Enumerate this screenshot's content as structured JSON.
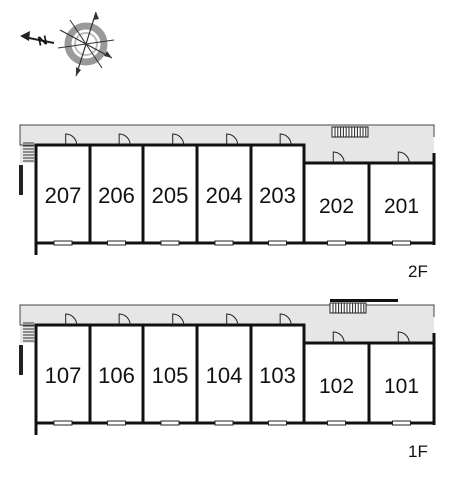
{
  "compass": {
    "north_letter": "N",
    "icon": "compass-rose-icon"
  },
  "floors": [
    {
      "label": "2F",
      "units": [
        {
          "number": "207"
        },
        {
          "number": "206"
        },
        {
          "number": "205"
        },
        {
          "number": "204"
        },
        {
          "number": "203"
        },
        {
          "number": "202"
        },
        {
          "number": "201"
        }
      ]
    },
    {
      "label": "1F",
      "units": [
        {
          "number": "107"
        },
        {
          "number": "106"
        },
        {
          "number": "105"
        },
        {
          "number": "104"
        },
        {
          "number": "103"
        },
        {
          "number": "102"
        },
        {
          "number": "101"
        }
      ]
    }
  ],
  "colors": {
    "wall": "#111111",
    "corridor": "#e6e6e6",
    "compass_ring": "#9a9a9a"
  }
}
